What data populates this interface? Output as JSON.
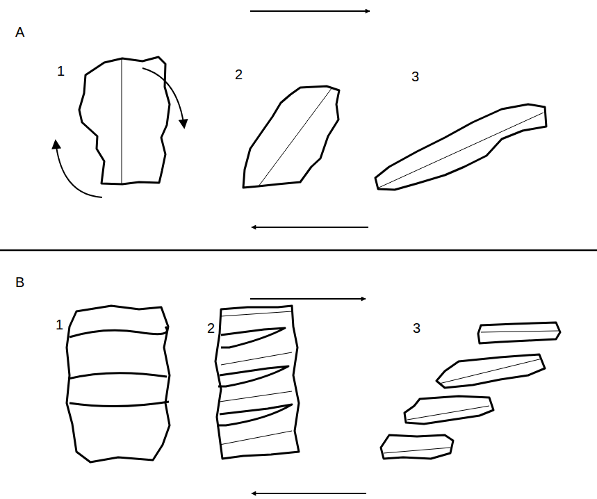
{
  "diagram": {
    "labels": [
      "A",
      "1",
      "2",
      "3",
      "B",
      "1",
      "2",
      "3"
    ]
  }
}
